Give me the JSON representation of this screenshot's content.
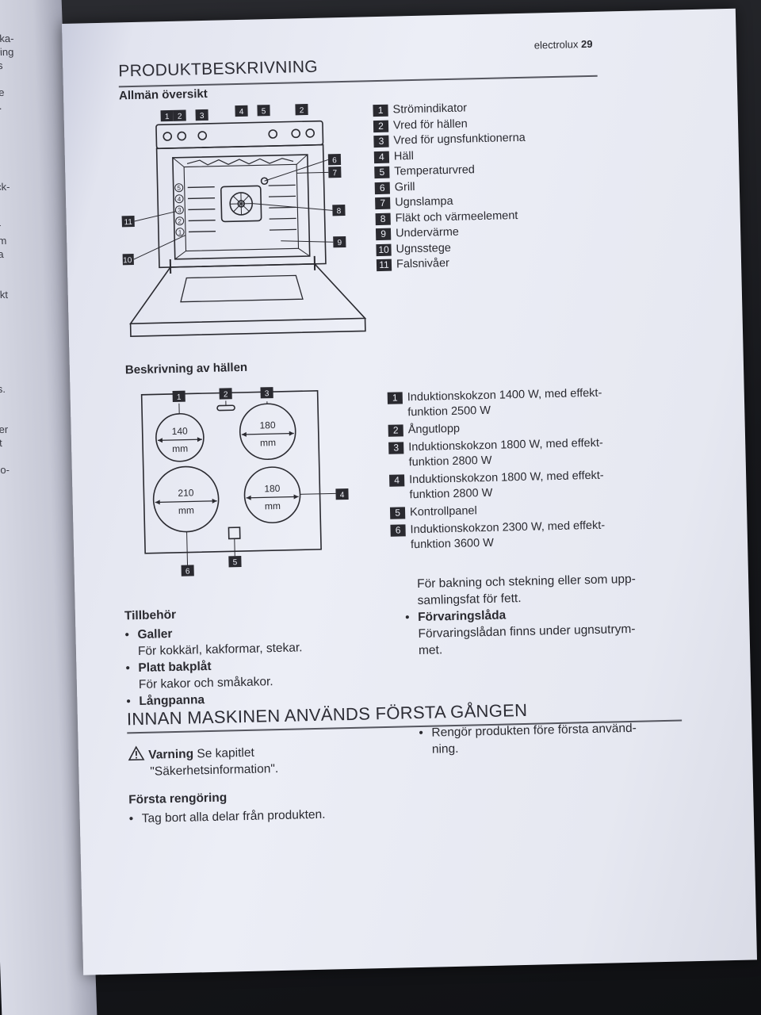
{
  "left_page_fragments": [
    "verka-",
    "onting",
    "ens",
    "",
    "nde",
    "oa.",
    "an",
    "",
    "a",
    "",
    "",
    "uck-",
    "",
    "-",
    "är",
    "om",
    "sa",
    "",
    "-",
    "ekt",
    "",
    "",
    "",
    "",
    "",
    "",
    "s.",
    "",
    "",
    "er",
    "t",
    "",
    "o-"
  ],
  "header": {
    "brand": "electrolux",
    "page_number": "29"
  },
  "section1": {
    "title": "PRODUKTBESKRIVNING",
    "overview_heading": "Allmän översikt",
    "oven_legend": [
      {
        "num": "1",
        "text": "Strömindikator"
      },
      {
        "num": "2",
        "text": "Vred för hällen"
      },
      {
        "num": "3",
        "text": "Vred för ugnsfunktionerna"
      },
      {
        "num": "4",
        "text": "Häll"
      },
      {
        "num": "5",
        "text": "Temperaturvred"
      },
      {
        "num": "6",
        "text": "Grill"
      },
      {
        "num": "7",
        "text": "Ugnslampa"
      },
      {
        "num": "8",
        "text": "Fläkt och värmeelement"
      },
      {
        "num": "9",
        "text": "Undervärme"
      },
      {
        "num": "10",
        "text": "Ugnsstege"
      },
      {
        "num": "11",
        "text": "Falsnivåer"
      }
    ],
    "oven_callouts": [
      "1",
      "2",
      "3",
      "4",
      "5",
      "2",
      "6",
      "7",
      "8",
      "9",
      "10",
      "11"
    ],
    "shelf_levels": [
      "5",
      "4",
      "3",
      "2",
      "1"
    ],
    "hob_heading": "Beskrivning av hällen",
    "hob_callouts": [
      "1",
      "2",
      "3",
      "4",
      "5",
      "6"
    ],
    "hob_zones": [
      {
        "size": "140",
        "unit": "mm"
      },
      {
        "size": "180",
        "unit": "mm"
      },
      {
        "size": "210",
        "unit": "mm"
      },
      {
        "size": "180",
        "unit": "mm"
      }
    ],
    "hob_legend": [
      {
        "num": "1",
        "lines": [
          "Induktionskokzon 1400 W, med effekt-",
          "funktion 2500 W"
        ]
      },
      {
        "num": "2",
        "lines": [
          "Ångutlopp"
        ]
      },
      {
        "num": "3",
        "lines": [
          "Induktionskokzon 1800 W, med effekt-",
          "funktion 2800 W"
        ]
      },
      {
        "num": "4",
        "lines": [
          "Induktionskokzon 1800 W, med effekt-",
          "funktion 2800 W"
        ]
      },
      {
        "num": "5",
        "lines": [
          "Kontrollpanel"
        ]
      },
      {
        "num": "6",
        "lines": [
          "Induktionskokzon 2300 W, med effekt-",
          "funktion 3600 W"
        ]
      }
    ],
    "accessories_heading": "Tillbehör",
    "accessories": [
      {
        "name": "Galler",
        "desc": "För kokkärl, kakformar, stekar."
      },
      {
        "name": "Platt bakplåt",
        "desc": "För kakor och småkakor."
      },
      {
        "name": "Långpanna",
        "desc": ""
      }
    ],
    "accessories_right": {
      "continuation": [
        "För bakning och stekning eller som upp-",
        "samlingsfat för fett."
      ],
      "name": "Förvaringslåda",
      "desc": [
        "Förvaringslådan finns under ugnsutrym-",
        "met."
      ]
    }
  },
  "section2": {
    "title": "INNAN MASKINEN ANVÄNDS FÖRSTA GÅNGEN",
    "warning_label": "Varning",
    "warning_text_1": " Se kapitlet",
    "warning_text_2": "\"Säkerhetsinformation\".",
    "first_clean_heading": "Första rengöring",
    "first_clean_items": [
      "Tag bort alla delar från produkten."
    ],
    "right_items": [
      "Rengör produkten före första använd-",
      "ning."
    ]
  }
}
